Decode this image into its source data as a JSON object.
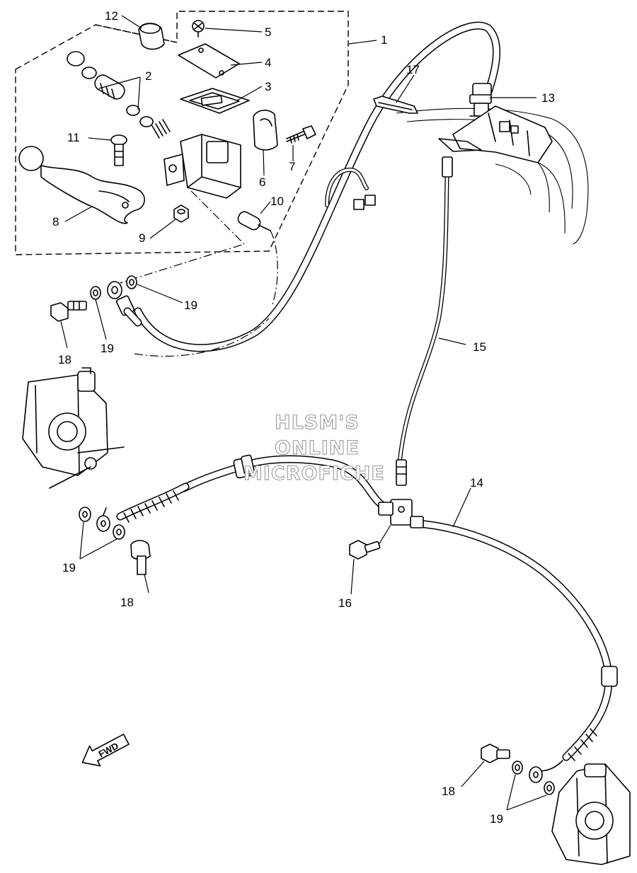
{
  "watermark": {
    "line1": "HLSM'S",
    "line2": "ONLINE",
    "line3": "MICROFICHE"
  },
  "direction_marker": {
    "text": "FWD",
    "icon": "fwd-arrow-icon"
  },
  "callouts": {
    "c1": "1",
    "c2": "2",
    "c3": "3",
    "c4": "4",
    "c5": "5",
    "c6": "6",
    "c7": "7",
    "c8": "8",
    "c9": "9",
    "c10": "10",
    "c11": "11",
    "c12": "12",
    "c13": "13",
    "c14": "14",
    "c15": "15",
    "c16": "16",
    "c17": "17",
    "c18a": "18",
    "c18b": "18",
    "c18c": "18",
    "c19a": "19",
    "c19b": "19",
    "c19c": "19",
    "c19d": "19"
  },
  "parts": [
    "master-cylinder-assembly",
    "cylinder-kit",
    "diaphragm",
    "master-cylinder-cap",
    "cap-screw",
    "master-cylinder-bracket",
    "bolt",
    "brake-lever",
    "nut",
    "brake-switch",
    "lever-pivot-bolt",
    "lever-boot",
    "hose-end",
    "brake-hose-1",
    "brake-pipe",
    "joint-bolt",
    "hose-holder",
    "union-bolt",
    "copper-washer"
  ],
  "colors": {
    "ink": "#000000",
    "paper": "#ffffff",
    "watermark_outline": "#9a9a9a"
  }
}
